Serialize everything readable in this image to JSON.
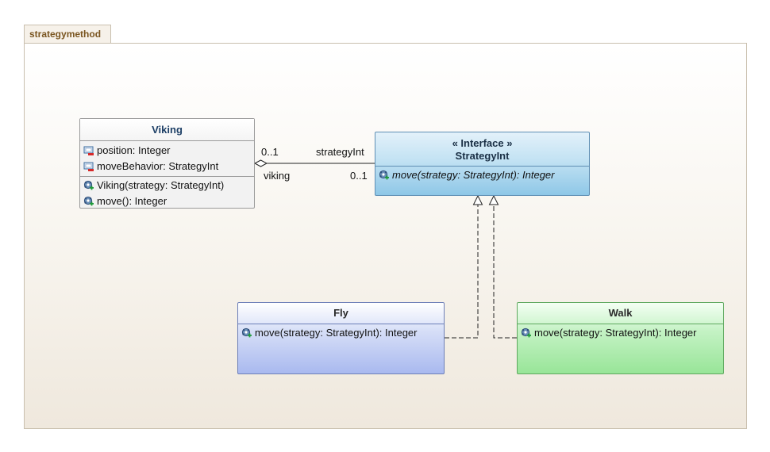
{
  "package": {
    "name": "strategymethod"
  },
  "viking": {
    "name": "Viking",
    "attributes": [
      "position: Integer",
      "moveBehavior: StrategyInt"
    ],
    "operations": [
      "Viking(strategy: StrategyInt)",
      "move(): Integer"
    ]
  },
  "strategy_int": {
    "stereotype": "« Interface »",
    "name": "StrategyInt",
    "operations": [
      "move(strategy: StrategyInt): Integer"
    ]
  },
  "fly": {
    "name": "Fly",
    "operations": [
      "move(strategy: StrategyInt): Integer"
    ]
  },
  "walk": {
    "name": "Walk",
    "operations": [
      "move(strategy: StrategyInt): Integer"
    ]
  },
  "association": {
    "viking_end_multiplicity": "0..1",
    "viking_end_role": "viking",
    "strategy_end_multiplicity": "0..1",
    "strategy_end_role": "strategyInt"
  },
  "icons": {
    "attribute": "private-attribute-icon",
    "operation": "public-operation-icon"
  },
  "colors": {
    "interface_fill": "#8ec7e7",
    "fly_fill": "#a9b9ef",
    "walk_fill": "#98e598",
    "package_label": "#7a5520"
  }
}
